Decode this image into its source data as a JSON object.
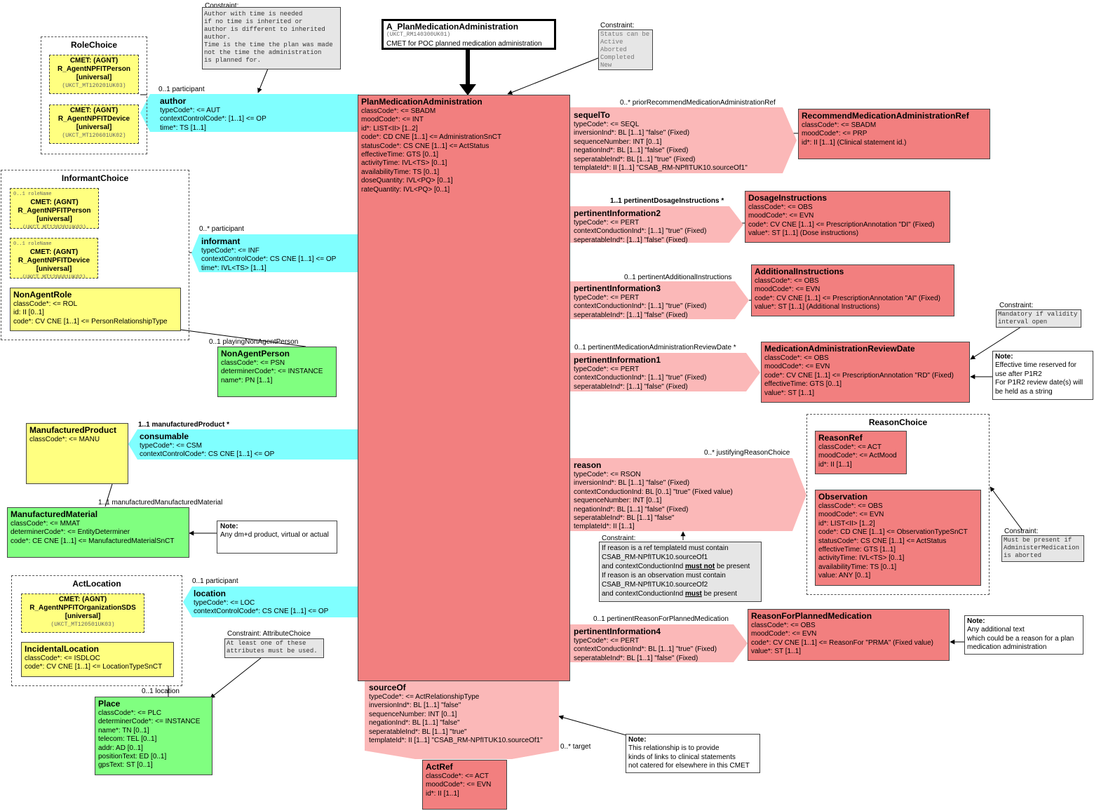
{
  "colors": {
    "act": "#f27f7f",
    "act_relationship": "#fbb8b8",
    "participation": "#80ffff",
    "entity": "#80ff80",
    "role": "#ffff80",
    "note": "#e6e6e6"
  },
  "header": {
    "title": "A_PlanMedicationAdministration",
    "id": "(UKCT_RM140300UK01)",
    "desc": "CMET for POC planned medication administration"
  },
  "constraint_status": {
    "label": "Constraint:",
    "text": "Status can be\nActive\nAborted\nCompleted\nNew"
  },
  "constraint_author": {
    "label": "Constraint:",
    "text": "Author with time is needed\nif no time is inherited or\nauthor is different to inherited\nauthor.\nTime is the time the plan was made\nnot the time the administration\nis planned for."
  },
  "role_choice": {
    "title": "RoleChoice",
    "person": {
      "l1": "CMET: (AGNT)",
      "l2": "R_AgentNPFITPerson",
      "l3": "[universal]",
      "id": "(UKCT_MT120201UK03)"
    },
    "device": {
      "l1": "CMET: (AGNT)",
      "l2": "R_AgentNPFITDevice",
      "l3": "[universal]",
      "id": "(UKCT_MT120601UK02)"
    }
  },
  "author": {
    "card": "0..1 participant",
    "title": "author",
    "lines": [
      "typeCode*: <= AUT",
      "contextControlCode*: [1..1] <= OP",
      "time*: TS [1..1]"
    ]
  },
  "informant_choice": {
    "title": "InformantChoice",
    "person": {
      "role": "0..1 roleName",
      "l1": "CMET: (AGNT)",
      "l2": "R_AgentNPFITPerson",
      "l3": "[universal]",
      "id": "(UKCT_MT120201UK03)"
    },
    "device": {
      "role": "0..1 roleName",
      "l1": "CMET: (AGNT)",
      "l2": "R_AgentNPFITDevice",
      "l3": "[universal]",
      "id": "(UKCT_MT120601UK02)"
    },
    "non_agent_role": {
      "title": "NonAgentRole",
      "lines": [
        "classCode*: <= ROL",
        "id: II [0..1]",
        "code*: CV CNE [1..1] <= PersonRelationshipType"
      ]
    }
  },
  "informant": {
    "card": "0..* participant",
    "title": "informant",
    "lines": [
      "typeCode*: <= INF",
      "contextControlCode*: CS CNE [1..1] <= OP",
      "time*: IVL<TS> [1..1]"
    ]
  },
  "non_agent_person": {
    "card": "0..1 playingNonAgentPerson",
    "title": "NonAgentPerson",
    "lines": [
      "classCode*: <= PSN",
      "determinerCode*: <= INSTANCE",
      "name*: PN [1..1]"
    ]
  },
  "manufactured_product": {
    "title": "ManufacturedProduct",
    "lines": [
      "classCode*: <= MANU"
    ]
  },
  "consumable": {
    "card": "1..1 manufacturedProduct  *",
    "title": "consumable",
    "lines": [
      "typeCode*: <= CSM",
      "contextControlCode*: CS CNE [1..1] <= OP"
    ]
  },
  "manufactured_material": {
    "card": "1..1 manufacturedManufacturedMaterial",
    "title": "ManufacturedMaterial",
    "lines": [
      "classCode*: <= MMAT",
      "determinerCode*: <= EntityDeterminer",
      "code*: CE CNE [1..1] <= ManufacturedMaterialSnCT"
    ]
  },
  "note_material": {
    "label": "Note:",
    "text": "Any dm+d product, virtual or actual"
  },
  "act_location": {
    "title": "ActLocation",
    "org": {
      "l1": "CMET: (AGNT)",
      "l2": "R_AgentNPFITOrganizationSDS",
      "l3": "[universal]",
      "id": "(UKCT_MT120501UK03)"
    },
    "incidental": {
      "title": "IncidentalLocation",
      "lines": [
        "classCode*: <= ISDLOC",
        "code*: CV CNE [1..1] <= LocationTypeSnCT"
      ]
    }
  },
  "location": {
    "card": "0..1 participant",
    "title": "location",
    "lines": [
      "typeCode*: <= LOC",
      "contextControlCode*: CS CNE [1..1] <= OP"
    ]
  },
  "constraint_place": {
    "label": "Constraint: AttributeChoice",
    "text": "At least one of these\nattributes must be used."
  },
  "place": {
    "card": "0..1 location",
    "title": "Place",
    "lines": [
      "classCode*: <= PLC",
      "determinerCode*: <= INSTANCE",
      "name*: TN [0..1]",
      "telecom: TEL [0..1]",
      "addr: AD [0..1]",
      "positionText: ED [0..1]",
      "gpsText: ST [0..1]"
    ]
  },
  "plan": {
    "title": "PlanMedicationAdministration",
    "lines": [
      "classCode*: <= SBADM",
      "moodCode*: <= INT",
      "id*: LIST<II> [1..2]",
      "code*: CD CNE [1..1] <= AdministrationSnCT",
      "statusCode*: CS CNE [1..1] <= ActStatus",
      "effectiveTime: GTS [0..1]",
      "activityTime: IVL<TS> [0..1]",
      "availabilityTime: TS [0..1]",
      "doseQuantity: IVL<PQ> [0..1]",
      "rateQuantity: IVL<PQ> [0..1]"
    ]
  },
  "sequel_to": {
    "card": "0..* priorRecommendMedicationAdministrationRef",
    "title": "sequelTo",
    "lines": [
      "typeCode*: <= SEQL",
      "inversionInd*: BL [1..1] \"false\" (Fixed)",
      "sequenceNumber: INT [0..1]",
      "negationInd*: BL [1..1] \"false\" (Fixed)",
      "seperatableInd*: BL [1..1] \"true\" (Fixed)",
      "templateId*: II [1..1] \"CSAB_RM-NPfITUK10.sourceOf1\""
    ]
  },
  "recommend_ref": {
    "title": "RecommendMedicationAdministrationRef",
    "lines": [
      "classCode*: <= SBADM",
      "moodCode*: <= PRP",
      "id*: II [1..1] (Clinical statement id.)"
    ]
  },
  "pi2": {
    "card": "1..1 pertinentDosageInstructions  *",
    "title": "pertinentInformation2",
    "lines": [
      "typeCode*: <= PERT",
      "contextConductionInd*: [1..1] \"true\" (Fixed)",
      "seperatableInd*: [1..1] \"false\" (Fixed)"
    ]
  },
  "dosage": {
    "title": "DosageInstructions",
    "lines": [
      "classCode*: <= OBS",
      "moodCode*: <= EVN",
      "code*: CV CNE [1..1] <= PrescriptionAnnotation \"DI\" (Fixed)",
      "value*: ST [1..1] (Dose instructions)"
    ]
  },
  "pi3": {
    "card": "0..1 pertinentAdditionalInstructions",
    "title": "pertinentInformation3",
    "lines": [
      "typeCode*: <= PERT",
      "contextConductionInd*: [1..1] \"true\" (Fixed)",
      "seperatableInd*: [1..1] \"false\" (Fixed)"
    ]
  },
  "additional": {
    "title": "AdditionalInstructions",
    "lines": [
      "classCode*: <= OBS",
      "moodCode*: <= EVN",
      "code*: CV CNE [1..1] <= PrescriptionAnnotation \"AI\" (Fixed)",
      "value*: ST [1..1] (Additional Instructions)"
    ]
  },
  "pi1": {
    "card": "0..1 pertinentMedicationAdministrationReviewDate  *",
    "title": "pertinentInformation1",
    "lines": [
      "typeCode*: <= PERT",
      "contextConductionInd*: [1..1] \"true\" (Fixed)",
      "seperatableInd*: [1..1] \"false\" (Fixed)"
    ]
  },
  "review_date": {
    "title": "MedicationAdministrationReviewDate",
    "lines": [
      "classCode*: <= OBS",
      "moodCode*: <= EVN",
      "code*: CV CNE [1..1] <= PrescriptionAnnotation \"RD\" (Fixed)",
      "effectiveTime: GTS [0..1]",
      "value*: ST [1..1]"
    ]
  },
  "constraint_validity": {
    "label": "Constraint:",
    "text": "Mandatory if validity\ninterval open"
  },
  "note_review": {
    "label": "Note:",
    "lines": [
      "Effective time reserved for",
      "use after P1R2",
      "For P1R2 review date(s)  will",
      "be held as a string"
    ]
  },
  "reason": {
    "card": "0..* justifyingReasonChoice",
    "title": "reason",
    "lines": [
      "typeCode*: <= RSON",
      "inversionInd*: BL [1..1] \"false\" (Fixed)",
      "contextConductionInd: BL [0..1] \"true\" (Fixed value)",
      "sequenceNumber: INT [0..1]",
      "negationInd*: BL [1..1] \"false\" (Fixed)",
      "seperatableInd*: BL [1..1] \"false\"",
      "templateId*: II [1..1]"
    ]
  },
  "constraint_reason": {
    "label": "Constraint:",
    "l1": "If reason is a ref templateId must contain",
    "l2": "CSAB_RM-NPfITUK10.sourceOf1",
    "l3a": "and contextConductionInd ",
    "l3b": "must not",
    "l3c": " be present",
    "l4": "If reason is an observation must contain",
    "l5": "CSAB_RM-NPfITUK10.sourceOf2",
    "l6a": "and contextConductionInd ",
    "l6b": "must",
    "l6c": " be present"
  },
  "reason_choice": {
    "title": "ReasonChoice",
    "ref": {
      "title": "ReasonRef",
      "lines": [
        "classCode*: <= ACT",
        "moodCode*: <= ActMood",
        "id*: II [1..1]"
      ]
    },
    "obs": {
      "title": "Observation",
      "lines": [
        "classCode*: <= OBS",
        "moodCode*: <= EVN",
        "id*: LIST<II> [1..2]",
        "code*: CD CNE [1..1] <= ObservationTypeSnCT",
        "statusCode*: CS CNE [1..1] <= ActStatus",
        "effectiveTime: GTS [1..1]",
        "activityTime: IVL<TS> [0..1]",
        "availabilityTime: TS [0..1]",
        "value: ANY [0..1]"
      ]
    }
  },
  "constraint_aborted": {
    "label": "Constraint:",
    "text": "Must be present if\nAdministerMedication\nis aborted"
  },
  "pi4": {
    "card": "0..1 pertinentReasonForPlannedMedication",
    "title": "pertinentInformation4",
    "lines": [
      "typeCode*: <= PERT",
      "contextConductionInd*: BL [1..1] \"true\" (Fixed)",
      "seperatableInd*: BL [1..1] \"false\" (Fixed)"
    ]
  },
  "reason_planned": {
    "title": "ReasonForPlannedMedication",
    "lines": [
      "classCode*: <= OBS",
      "moodCode*: <= EVN",
      "code*: CV CNE [1..1] <= ReasonFor \"PRMA\" (Fixed value)",
      "value*: ST [1..1]"
    ]
  },
  "note_reason_planned": {
    "label": "Note:",
    "lines": [
      "Any additional text",
      "which could be a reason for a plan",
      "medication administration"
    ]
  },
  "source_of": {
    "card": "0..* target",
    "title": "sourceOf",
    "lines": [
      "typeCode*: <= ActRelationshipType",
      "inversionInd*: BL [1..1] \"false\"",
      "sequenceNumber: INT [0..1]",
      "negationInd*: BL [1..1] \"false\"",
      "seperatableInd*: BL [1..1] \"true\"",
      "templateId*: II [1..1] \"CSAB_RM-NPfITUK10.sourceOf1\""
    ]
  },
  "note_source": {
    "label": "Note:",
    "lines": [
      "This relationship is to provide",
      "kinds of links to clinical statements",
      "not catered for elsewhere in this CMET"
    ]
  },
  "act_ref": {
    "title": "ActRef",
    "lines": [
      "classCode*: <= ACT",
      "moodCode*: <= EVN",
      "id*: II [1..1]"
    ]
  }
}
